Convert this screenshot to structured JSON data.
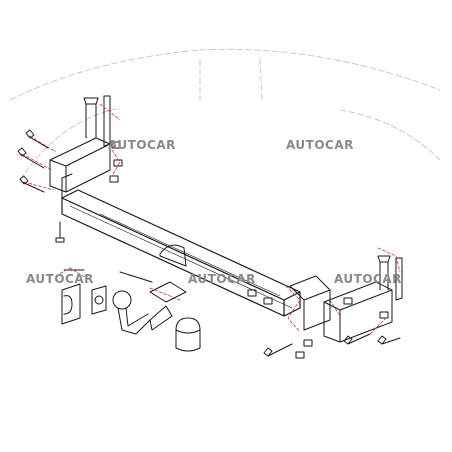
{
  "watermarks": [
    "AUTOCAR",
    "AUTOCAR",
    "AUTOCAR",
    "AUTOCAR",
    "AUTOCAR"
  ],
  "colors": {
    "line": "#1a1a1a",
    "dashed_leader": "#d23a3a",
    "watermark": "#8a8a8a",
    "background": "#ffffff"
  },
  "parts": [
    "main-crossbar",
    "left-mounting-bracket",
    "right-mounting-bracket",
    "center-reinforcement",
    "tow-ball",
    "wiring-socket",
    "socket-plate",
    "ball-cap",
    "bolts",
    "nuts",
    "washers"
  ]
}
